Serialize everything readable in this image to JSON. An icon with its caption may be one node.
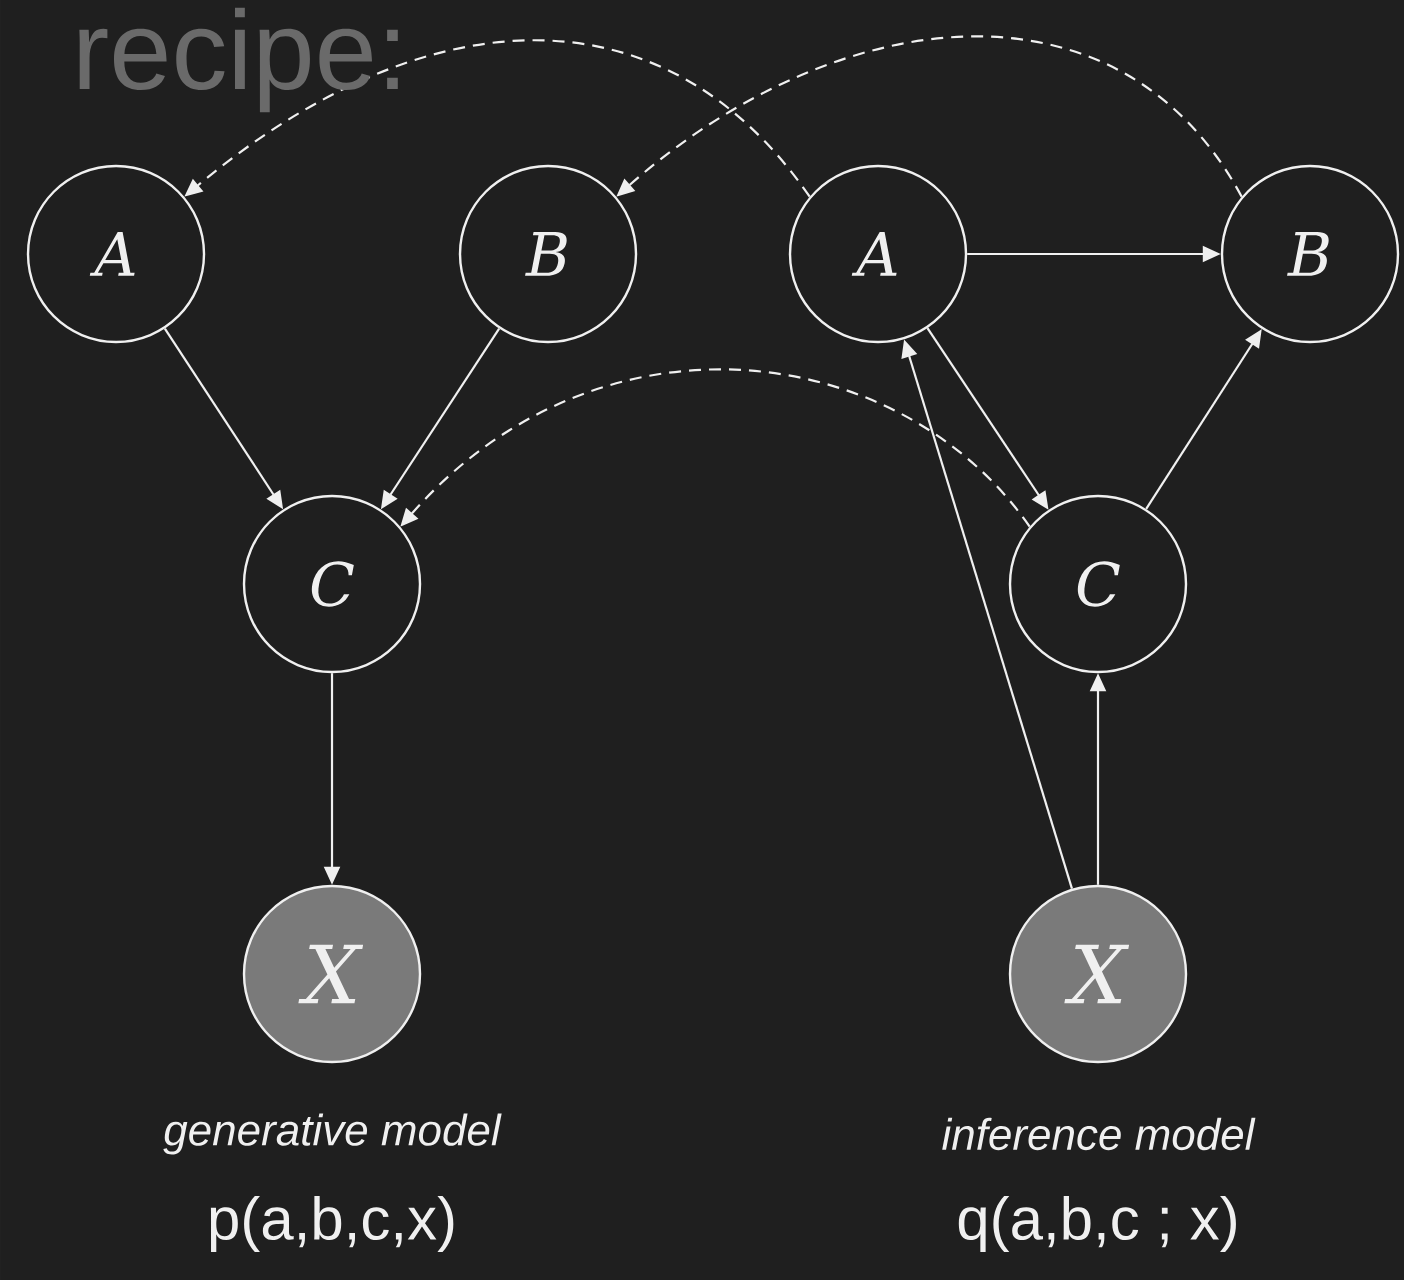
{
  "diagram": {
    "nodes": [
      {
        "text": [
          "A"
        ]
      },
      {
        "text": [
          "B"
        ]
      },
      {
        "text": [
          "C"
        ]
      },
      {
        "text": [
          "X"
        ]
      },
      {
        "text": [
          "A"
        ]
      },
      {
        "text": [
          "B"
        ]
      },
      {
        "text": [
          "C"
        ]
      },
      {
        "text": [
          "X"
        ]
      }
    ],
    "edges": [
      {
        "from": 0,
        "to": 2,
        "arrow": "to"
      },
      {
        "from": 1,
        "to": 2,
        "arrow": "to"
      },
      {
        "from": 2,
        "to": 3,
        "arrow": "to"
      },
      {
        "from": 4,
        "to": 5,
        "arrow": "to"
      },
      {
        "from": 4,
        "to": 6,
        "arrow": "to"
      },
      {
        "from": 6,
        "to": 5,
        "arrow": "to"
      },
      {
        "from": 7,
        "to": 6,
        "arrow": "to"
      },
      {
        "from": 7,
        "to": 4,
        "arrow": "to"
      },
      {
        "from": 4,
        "to": 0,
        "arrow": "to",
        "style": "dashed"
      },
      {
        "from": 5,
        "to": 1,
        "arrow": "to",
        "style": "dashed"
      },
      {
        "from": 6,
        "to": 2,
        "arrow": "to",
        "style": "dashed"
      }
    ],
    "labels": [
      "recipe:",
      "generative model",
      "p(a,b,c,x)",
      "inference model",
      "q(a,b,c ; x)"
    ]
  }
}
